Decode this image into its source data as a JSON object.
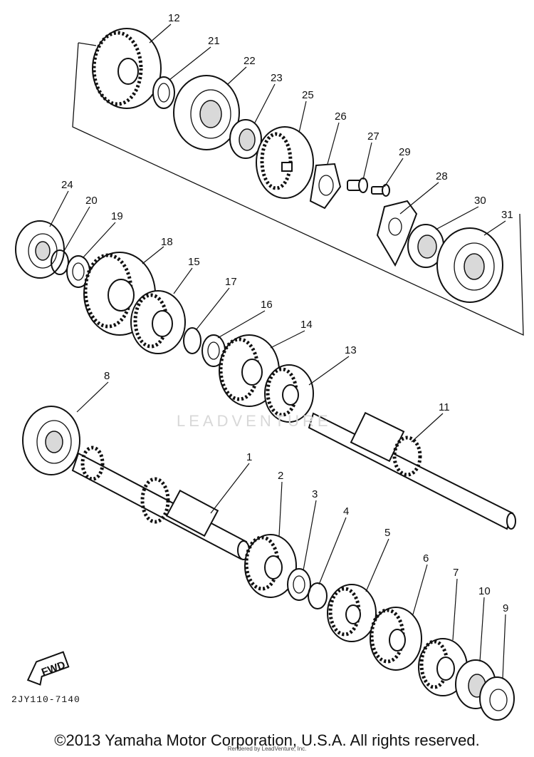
{
  "diagram": {
    "figure_code": "2JY110-7140",
    "direction_badge": "FWD",
    "watermark": "LEADVENTURE",
    "copyright": "©2013 Yamaha Motor Corporation, U.S.A. All rights reserved.",
    "render_credit": "Rendered by LeadVenture, Inc.",
    "callouts": [
      "1",
      "2",
      "3",
      "4",
      "5",
      "6",
      "7",
      "8",
      "9",
      "10",
      "11",
      "12",
      "13",
      "14",
      "15",
      "16",
      "17",
      "18",
      "19",
      "20",
      "21",
      "22",
      "23",
      "24",
      "25",
      "26",
      "27",
      "28",
      "29",
      "30",
      "31"
    ]
  }
}
